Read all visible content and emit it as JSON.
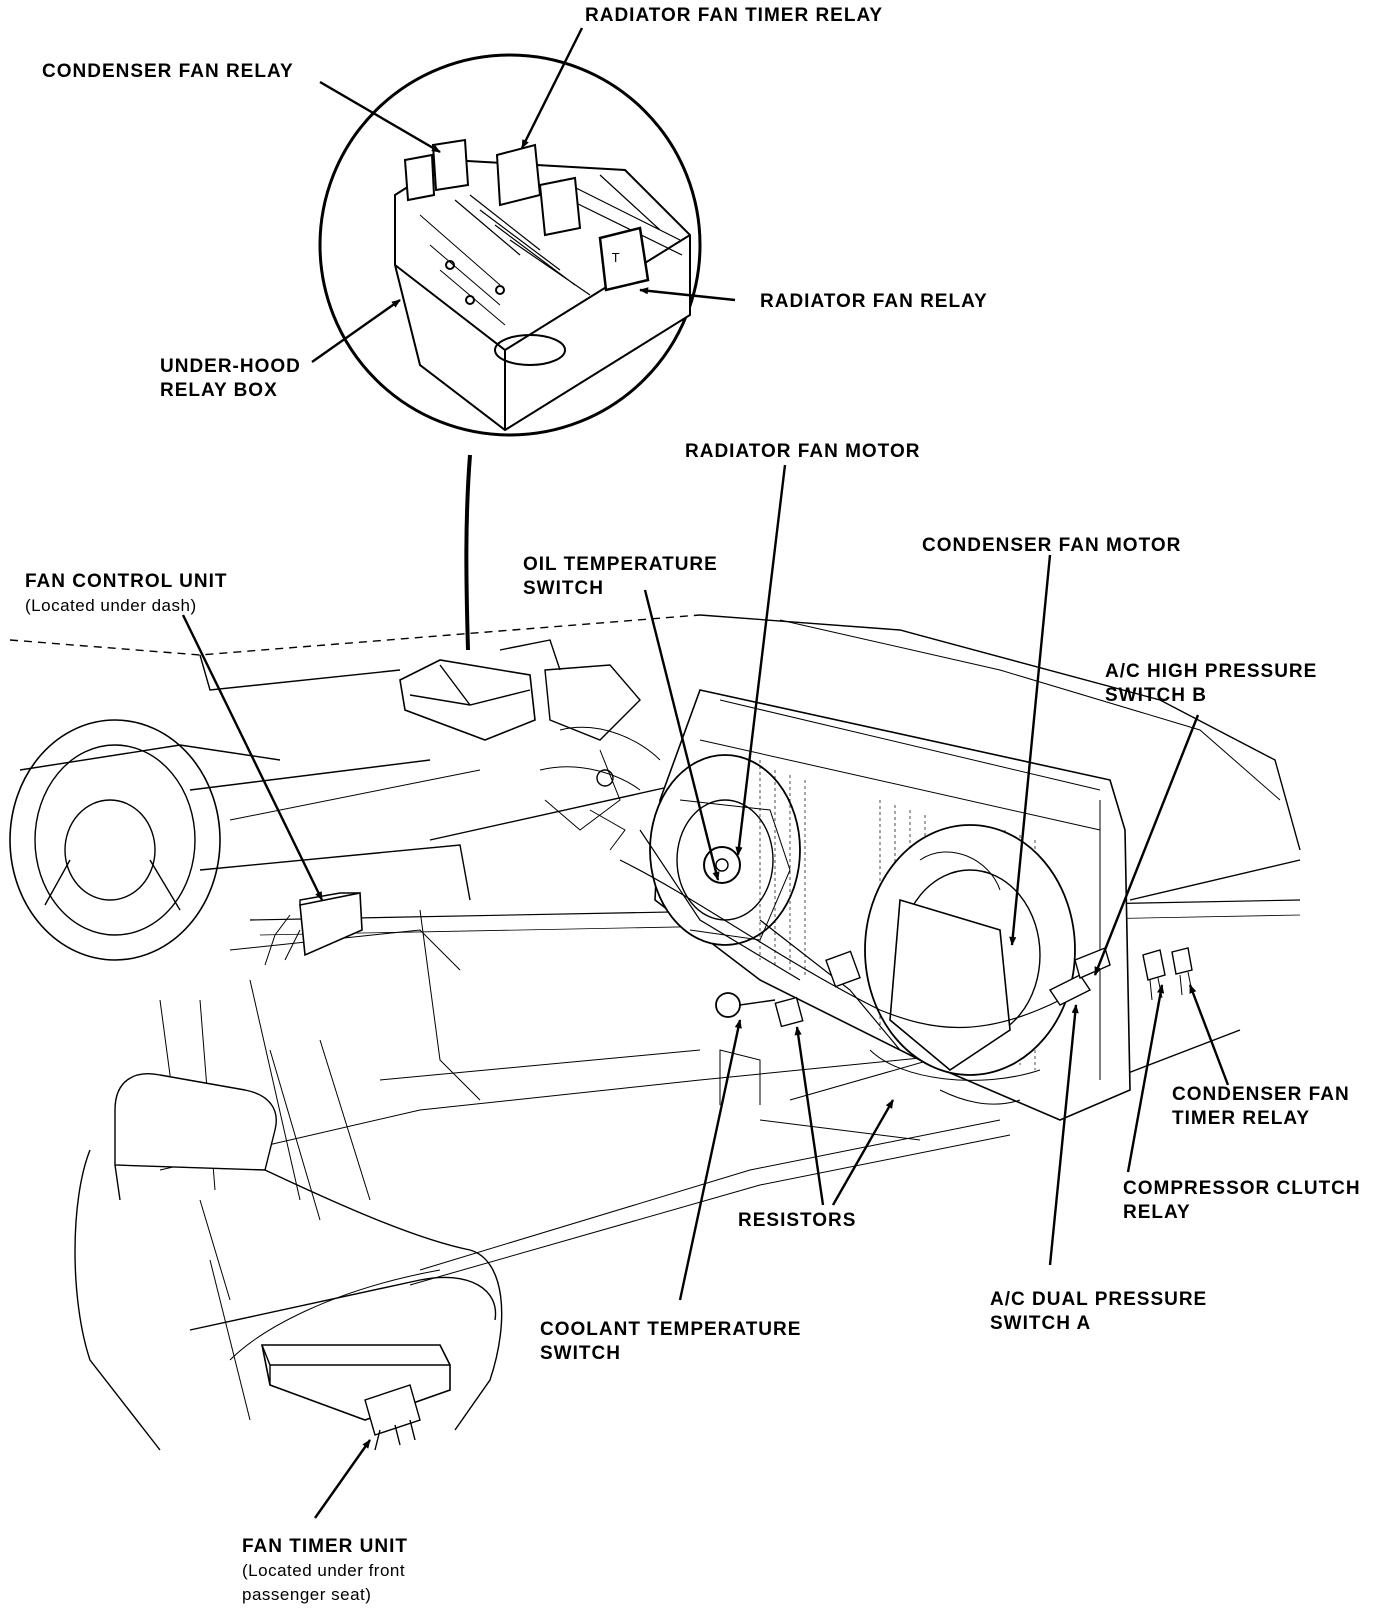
{
  "labels": {
    "radiator_fan_timer_relay": [
      "RADIATOR FAN TIMER RELAY"
    ],
    "condenser_fan_relay": [
      "CONDENSER FAN RELAY"
    ],
    "radiator_fan_relay": [
      "RADIATOR FAN RELAY"
    ],
    "under_hood_relay_box": [
      "UNDER-HOOD",
      "RELAY BOX"
    ],
    "radiator_fan_motor": [
      "RADIATOR FAN MOTOR"
    ],
    "condenser_fan_motor": [
      "CONDENSER FAN MOTOR"
    ],
    "oil_temperature_switch": [
      "OIL TEMPERATURE",
      "SWITCH"
    ],
    "fan_control_unit": [
      "FAN CONTROL UNIT"
    ],
    "fan_control_unit_note": "(Located under dash)",
    "ac_high_pressure_switch_b": [
      "A/C HIGH PRESSURE",
      "SWITCH B"
    ],
    "condenser_fan_timer_relay": [
      "CONDENSER FAN",
      "TIMER RELAY"
    ],
    "compressor_clutch_relay": [
      "COMPRESSOR CLUTCH",
      "RELAY"
    ],
    "resistors": [
      "RESISTORS"
    ],
    "ac_dual_pressure_switch_a": [
      "A/C DUAL PRESSURE",
      "SWITCH A"
    ],
    "coolant_temperature_switch": [
      "COOLANT TEMPERATURE",
      "SWITCH"
    ],
    "fan_timer_unit": [
      "FAN TIMER UNIT"
    ],
    "fan_timer_unit_note": [
      "(Located under front",
      "passenger seat)"
    ]
  },
  "colors": {
    "ink": "#000000",
    "paper": "#ffffff"
  }
}
